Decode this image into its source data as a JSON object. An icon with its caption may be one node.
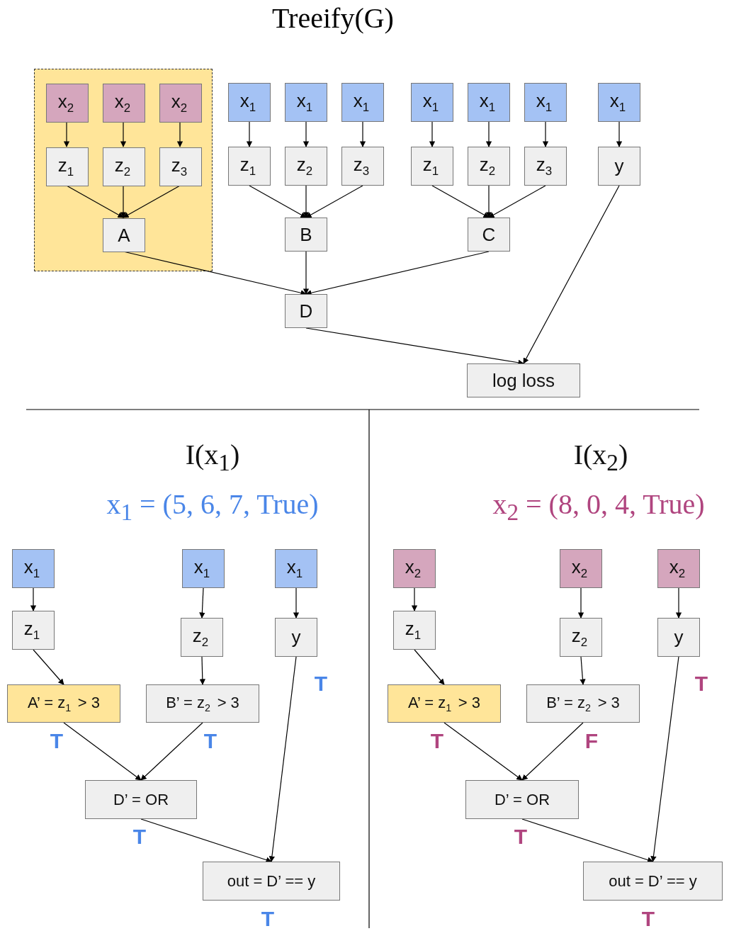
{
  "diagram": {
    "title": "Treeify(G)",
    "nodes": [
      {
        "text": [],
        "shape": "box"
      },
      {
        "text": [
          "x$_{2}$"
        ],
        "in": 0
      },
      {
        "text": [
          "x$_{2}$"
        ],
        "in": 0
      },
      {
        "text": [
          "x$_{2}$"
        ],
        "in": 0
      },
      {
        "text": [
          "x$_{1}$"
        ]
      },
      {
        "text": [
          "x$_{1}$"
        ]
      },
      {
        "text": [
          "x$_{1}$"
        ]
      },
      {
        "text": [
          "x$_{1}$"
        ]
      },
      {
        "text": [
          "x$_{1}$"
        ]
      },
      {
        "text": [
          "x$_{1}$"
        ]
      },
      {
        "text": [
          "x$_{1}$"
        ]
      },
      {
        "text": [
          "z$_{1}$"
        ],
        "in": 0
      },
      {
        "text": [
          "z$_{2}$"
        ],
        "in": 0
      },
      {
        "text": [
          "z$_{3}$"
        ],
        "in": 0
      },
      {
        "text": [
          "z$_{1}$"
        ]
      },
      {
        "text": [
          "z$_{2}$"
        ]
      },
      {
        "text": [
          "z$_{3}$"
        ]
      },
      {
        "text": [
          "z$_{1}$"
        ]
      },
      {
        "text": [
          "z$_{2}$"
        ]
      },
      {
        "text": [
          "z$_{3}$"
        ]
      },
      {
        "text": [
          "y"
        ]
      },
      {
        "text": [
          "A"
        ],
        "in": 0
      },
      {
        "text": [
          "B"
        ]
      },
      {
        "text": [
          "C"
        ]
      },
      {
        "text": [
          "D"
        ]
      },
      {
        "text": [
          "log loss"
        ]
      },
      {
        "text": [
          "x$_{1}$"
        ]
      },
      {
        "text": [
          "x$_{1}$"
        ]
      },
      {
        "text": [
          "x$_{1}$"
        ]
      },
      {
        "text": [
          "z$_{1}$"
        ]
      },
      {
        "text": [
          "z$_{2}$"
        ]
      },
      {
        "text": [
          "y"
        ],
        "beside": [
          "T"
        ]
      },
      {
        "text": [
          "A’ = z$_{1}$ > 3"
        ],
        "beside": [
          "T"
        ]
      },
      {
        "text": [
          "B’ = z$_{2}$ > 3"
        ],
        "beside": [
          "T"
        ]
      },
      {
        "text": [
          "D’ = OR"
        ],
        "beside": [
          "T"
        ]
      },
      {
        "text": [
          "out = D’ == y"
        ],
        "beside": [
          "T"
        ]
      },
      {
        "text": [
          "x$_{2}$"
        ]
      },
      {
        "text": [
          "x$_{2}$"
        ]
      },
      {
        "text": [
          "x$_{2}$"
        ]
      },
      {
        "text": [
          "z$_{1}$"
        ]
      },
      {
        "text": [
          "z$_{2}$"
        ]
      },
      {
        "text": [
          "y"
        ],
        "beside": [
          "T"
        ]
      },
      {
        "text": [
          "A’ = z$_{1}$ > 3"
        ],
        "beside": [
          "T"
        ]
      },
      {
        "text": [
          "B’ = z$_{2}$ > 3"
        ],
        "beside": [
          "F"
        ]
      },
      {
        "text": [
          "D’ = OR"
        ],
        "beside": [
          "T"
        ]
      },
      {
        "text": [
          "out = D’ == y"
        ],
        "beside": [
          "T"
        ]
      }
    ],
    "edges": [
      {
        "from": 1,
        "to": 11,
        "arrow": "to"
      },
      {
        "from": 2,
        "to": 12,
        "arrow": "to"
      },
      {
        "from": 3,
        "to": 13,
        "arrow": "to"
      },
      {
        "from": 4,
        "to": 14,
        "arrow": "to"
      },
      {
        "from": 5,
        "to": 15,
        "arrow": "to"
      },
      {
        "from": 6,
        "to": 16,
        "arrow": "to"
      },
      {
        "from": 7,
        "to": 17,
        "arrow": "to"
      },
      {
        "from": 8,
        "to": 18,
        "arrow": "to"
      },
      {
        "from": 9,
        "to": 19,
        "arrow": "to"
      },
      {
        "from": 10,
        "to": 20,
        "arrow": "to"
      },
      {
        "from": 11,
        "to": 21,
        "arrow": "to"
      },
      {
        "from": 12,
        "to": 21,
        "arrow": "to"
      },
      {
        "from": 13,
        "to": 21,
        "arrow": "to"
      },
      {
        "from": 14,
        "to": 22,
        "arrow": "to"
      },
      {
        "from": 15,
        "to": 22,
        "arrow": "to"
      },
      {
        "from": 16,
        "to": 22,
        "arrow": "to"
      },
      {
        "from": 17,
        "to": 23,
        "arrow": "to"
      },
      {
        "from": 18,
        "to": 23,
        "arrow": "to"
      },
      {
        "from": 19,
        "to": 23,
        "arrow": "to"
      },
      {
        "from": 21,
        "to": 24,
        "arrow": "to"
      },
      {
        "from": 22,
        "to": 24,
        "arrow": "to"
      },
      {
        "from": 23,
        "to": 24,
        "arrow": "to"
      },
      {
        "from": 24,
        "to": 25,
        "arrow": "to"
      },
      {
        "from": 20,
        "to": 25,
        "arrow": "to"
      },
      {
        "from": 26,
        "to": 29,
        "arrow": "to"
      },
      {
        "from": 27,
        "to": 30,
        "arrow": "to"
      },
      {
        "from": 28,
        "to": 31,
        "arrow": "to"
      },
      {
        "from": 29,
        "to": 32,
        "arrow": "to"
      },
      {
        "from": 30,
        "to": 33,
        "arrow": "to"
      },
      {
        "from": 32,
        "to": 34,
        "arrow": "to"
      },
      {
        "from": 33,
        "to": 34,
        "arrow": "to"
      },
      {
        "from": 34,
        "to": 35,
        "arrow": "to"
      },
      {
        "from": 31,
        "to": 35,
        "arrow": "to"
      },
      {
        "from": 36,
        "to": 39,
        "arrow": "to"
      },
      {
        "from": 37,
        "to": 40,
        "arrow": "to"
      },
      {
        "from": 38,
        "to": 41,
        "arrow": "to"
      },
      {
        "from": 39,
        "to": 42,
        "arrow": "to"
      },
      {
        "from": 40,
        "to": 43,
        "arrow": "to"
      },
      {
        "from": 42,
        "to": 44,
        "arrow": "to"
      },
      {
        "from": 43,
        "to": 44,
        "arrow": "to"
      },
      {
        "from": 44,
        "to": 45,
        "arrow": "to"
      },
      {
        "from": 41,
        "to": 45,
        "arrow": "to"
      }
    ],
    "labels": [
      "I(x$_{1}$)",
      "x$_{1}$ = (5, 6, 7, True)",
      "I(x$_{2}$)",
      "x$_{2}$ = (8, 0, 4, True)"
    ]
  }
}
